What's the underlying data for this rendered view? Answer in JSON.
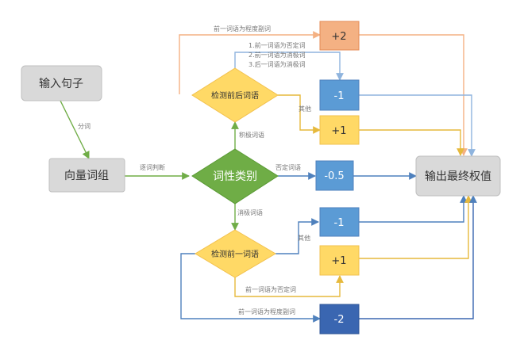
{
  "colors": {
    "gray_box": "#d9d9d9",
    "gray_border": "#bfbfbf",
    "green": "#70ad47",
    "green_diamond": "#6fad46",
    "orange_diamond": "#ffd966",
    "orange_line": "#f4b183",
    "orange_fill": "#f4b183",
    "yellow_fill": "#ffd966",
    "yellow_line": "#f2c14e",
    "blue_fill": "#5b9bd5",
    "blue_light": "#8fb4de",
    "blue_dark": "#3a66b1",
    "blue_line": "#4f81bd"
  },
  "nodes": {
    "input_sentence": "输入句子",
    "word_vector": "向量词组",
    "pos_category": "词性类别",
    "check_before_after": "检测前后词语",
    "check_previous": "检测前一词语",
    "output": "输出最终权值",
    "plus2": "+2",
    "minus1_top": "-1",
    "plus1_top": "+1",
    "minus05": "-0.5",
    "minus1_bottom": "-1",
    "plus1_bottom": "+1",
    "minus2": "-2"
  },
  "labels": {
    "segment": "分词",
    "pos_judge": "逐词判断",
    "positive": "积极词语",
    "negation_word": "否定词语",
    "negative": "消极词语",
    "prev_degree_top": "前一词语为程度副词",
    "rule1": "1.前一词语为否定词",
    "rule2": "2.前一词语为消极词",
    "rule3": "3.后一词语为消极词",
    "other_top": "其他",
    "other_bottom": "其他",
    "prev_negation": "前一词语为否定词",
    "prev_degree_bottom": "前一词语为程度副词"
  }
}
